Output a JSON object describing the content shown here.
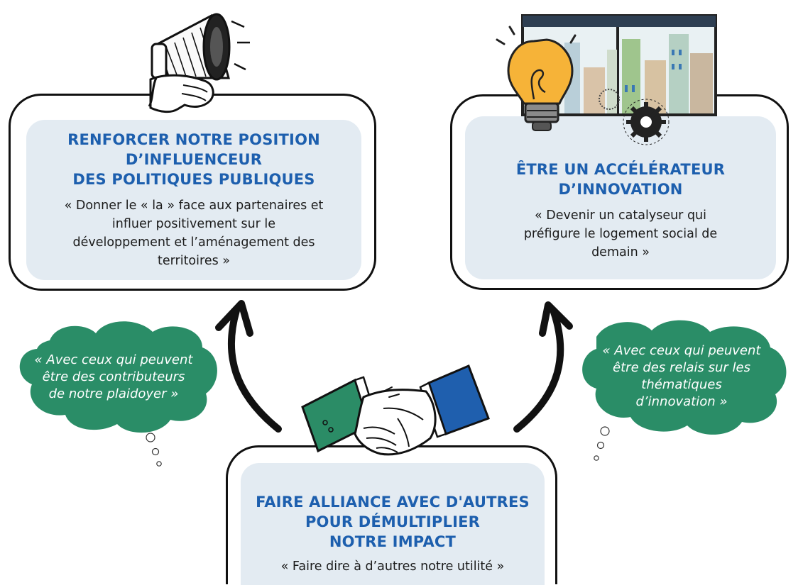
{
  "left_card": {
    "title_lines": [
      "RENFORCER NOTRE POSITION",
      "D’INFLUENCEUR",
      "DES POLITIQUES PUBLIQUES"
    ],
    "desc_lines": [
      "« Donner le « la » face aux partenaires et",
      "influer positivement sur le",
      "développement et l’aménagement des",
      "territoires »"
    ],
    "icon": "megaphone-icon"
  },
  "right_card": {
    "title_lines": [
      "ÊTRE UN ACCÉLÉRATEUR",
      "D’INNOVATION"
    ],
    "desc_lines": [
      "« Devenir un catalyseur qui",
      "préfigure le logement social de",
      "demain »"
    ],
    "icon": "lightbulb-city-icon"
  },
  "bottom_card": {
    "title_lines": [
      "FAIRE ALLIANCE AVEC D'AUTRES",
      "POUR DÉMULTIPLIER",
      "NOTRE IMPACT"
    ],
    "desc_lines": [
      "« Faire dire à d’autres notre utilité »"
    ],
    "icon": "handshake-icon"
  },
  "left_bubble": {
    "lines": [
      "« Avec ceux qui peuvent",
      "être des contributeurs",
      "de notre plaidoyer »"
    ]
  },
  "right_bubble": {
    "lines": [
      "« Avec ceux qui peuvent",
      "être des relais sur les",
      "thématiques",
      "d’innovation »"
    ]
  },
  "colors": {
    "title_blue": "#1d5fae",
    "card_fill": "#e3ebf2",
    "bubble_green": "#2a8d67",
    "sleeve_green": "#2b8c66",
    "sleeve_blue": "#1f5fae",
    "bulb_yellow": "#f6b338"
  }
}
